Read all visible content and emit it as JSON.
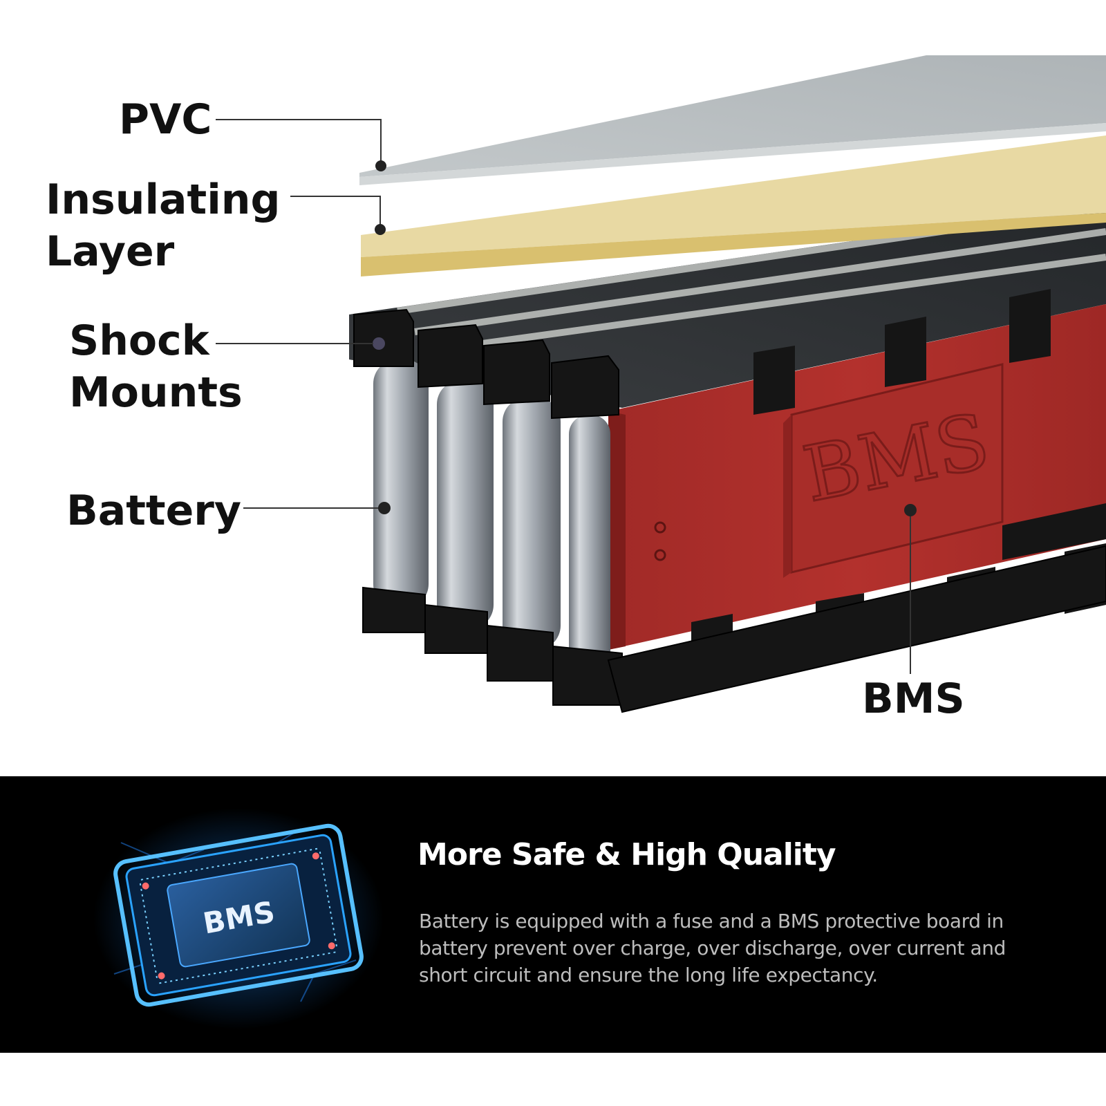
{
  "callouts": {
    "pvc": "PVC",
    "insulating_line1": "Insulating",
    "insulating_line2": "Layer",
    "shock_line1": "Shock",
    "shock_line2": "Mounts",
    "battery": "Battery",
    "bms": "BMS"
  },
  "bms_emboss_text": "BMS",
  "chip_label": "BMS",
  "feature": {
    "title": "More Safe & High Quality",
    "description": "Battery is equipped with a fuse and a BMS protective board in battery prevent over charge, over discharge, over current and short circuit and ensure the long life expectancy."
  },
  "colors": {
    "pvc_sheet": "#b9bfc1",
    "insulating_sheet": "#e8d9a3",
    "bms_board": "#b3312d",
    "holder": "#151515",
    "cell": "#a3a9b0",
    "band_background": "#000000",
    "chip_glow": "#1e8bff"
  }
}
